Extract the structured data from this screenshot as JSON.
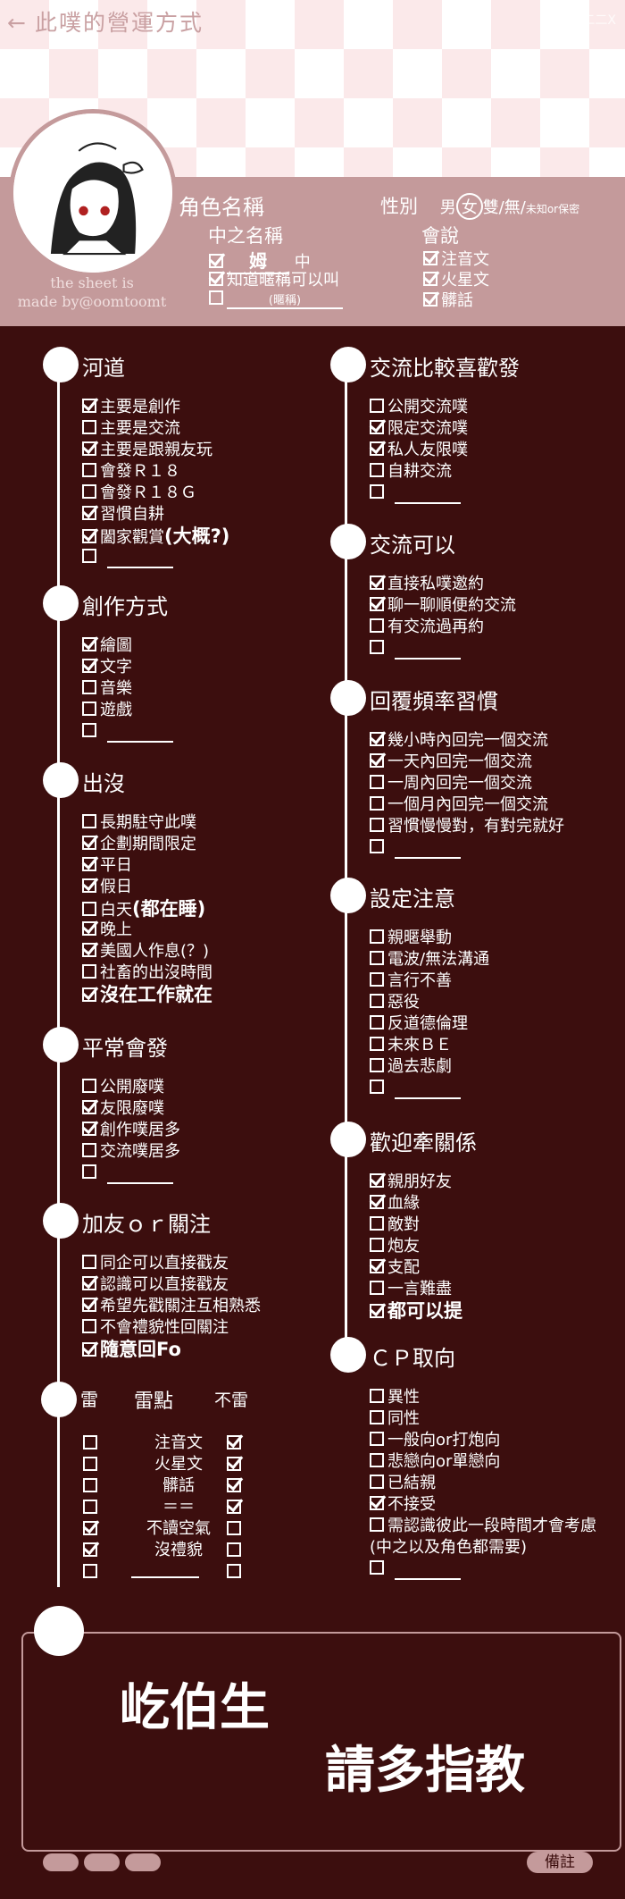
{
  "header": {
    "back_icon": "←",
    "title": "此噗的營運方式",
    "top_right": "二二X"
  },
  "profile": {
    "credit_line1": "the sheet is",
    "credit_line2": "made by@oomtoomt",
    "role_label": "角色名稱",
    "gender_label": "性別",
    "gender_male": "男",
    "gender_female": "女",
    "gender_rest": "雙/無/",
    "gender_small": "未知or保密",
    "chunai_label": "中之名稱",
    "chunai_items": [
      {
        "text": "姆",
        "suffix": "中",
        "checked": true
      },
      {
        "text": "知道暱稱可以叫",
        "checked": true
      },
      {
        "text": "(暱稱)",
        "checked": false
      }
    ],
    "speak_label": "會說",
    "speak_items": [
      {
        "text": "注音文",
        "checked": true
      },
      {
        "text": "火星文",
        "checked": true
      },
      {
        "text": "髒話",
        "checked": true
      }
    ]
  },
  "sections": {
    "heshdao": {
      "title": "河道",
      "items": [
        {
          "text": "主要是創作",
          "checked": true
        },
        {
          "text": "主要是交流",
          "checked": false
        },
        {
          "text": "主要是跟親友玩",
          "checked": true
        },
        {
          "text": "會發Ｒ１８",
          "checked": false
        },
        {
          "text": "會發Ｒ１８Ｇ",
          "checked": false
        },
        {
          "text": "習慣自耕",
          "checked": true
        },
        {
          "text": "闔家觀賞",
          "extra": "(大概?)",
          "checked": true
        },
        {
          "text": "",
          "checked": false,
          "blank": true
        }
      ]
    },
    "creation": {
      "title": "創作方式",
      "items": [
        {
          "text": "繪圖",
          "checked": true
        },
        {
          "text": "文字",
          "checked": true
        },
        {
          "text": "音樂",
          "checked": false
        },
        {
          "text": "遊戲",
          "checked": false
        },
        {
          "text": "",
          "checked": false,
          "blank": true
        }
      ]
    },
    "appear": {
      "title": "出沒",
      "items": [
        {
          "text": "長期駐守此噗",
          "checked": false
        },
        {
          "text": "企劃期間限定",
          "checked": true
        },
        {
          "text": "平日",
          "checked": true
        },
        {
          "text": "假日",
          "checked": true
        },
        {
          "text": "白天",
          "extra": "(都在睡)",
          "checked": false
        },
        {
          "text": "晚上",
          "checked": true
        },
        {
          "text": "美國人作息(？)",
          "checked": true
        },
        {
          "text": "社畜的出沒時間",
          "checked": false
        },
        {
          "text": "",
          "extra": "沒在工作就在",
          "checked": true
        }
      ]
    },
    "usual": {
      "title": "平常會發",
      "items": [
        {
          "text": "公開廢噗",
          "checked": false
        },
        {
          "text": "友限廢噗",
          "checked": true
        },
        {
          "text": "創作噗居多",
          "checked": true
        },
        {
          "text": "交流噗居多",
          "checked": false
        },
        {
          "text": "",
          "checked": false,
          "blank": true
        }
      ]
    },
    "follow": {
      "title": "加友ｏｒ關注",
      "items": [
        {
          "text": "同企可以直接戳友",
          "checked": false
        },
        {
          "text": "認識可以直接戳友",
          "checked": true
        },
        {
          "text": "希望先戳關注互相熟悉",
          "checked": true
        },
        {
          "text": "不會禮貌性回關注",
          "checked": false
        },
        {
          "text": "",
          "extra": "隨意回Fo",
          "checked": true
        }
      ]
    },
    "thunder": {
      "title": "雷",
      "col_mid": "雷點",
      "col_right": "不雷",
      "rows": [
        {
          "label": "注音文",
          "left": false,
          "right": true
        },
        {
          "label": "火星文",
          "left": false,
          "right": true
        },
        {
          "label": "髒話",
          "left": false,
          "right": true
        },
        {
          "label": "＝＝",
          "left": false,
          "right": true
        },
        {
          "label": "不讀空氣",
          "left": true,
          "right": false
        },
        {
          "label": "沒禮貌",
          "left": true,
          "right": false
        },
        {
          "label": "",
          "left": false,
          "right": false,
          "blank": true
        }
      ]
    },
    "prefer": {
      "title": "交流比較喜歡發",
      "items": [
        {
          "text": "公開交流噗",
          "checked": false
        },
        {
          "text": "限定交流噗",
          "checked": true
        },
        {
          "text": "私人友限噗",
          "checked": true
        },
        {
          "text": "自耕交流",
          "checked": false
        },
        {
          "text": "",
          "checked": false,
          "blank": true
        }
      ]
    },
    "ok": {
      "title": "交流可以",
      "items": [
        {
          "text": "直接私噗邀約",
          "checked": true
        },
        {
          "text": "聊一聊順便約交流",
          "checked": true
        },
        {
          "text": "有交流過再約",
          "checked": false
        },
        {
          "text": "",
          "checked": false,
          "blank": true
        }
      ]
    },
    "reply": {
      "title": "回覆頻率習慣",
      "items": [
        {
          "text": "幾小時內回完一個交流",
          "checked": true
        },
        {
          "text": "一天內回完一個交流",
          "checked": true
        },
        {
          "text": "一周內回完一個交流",
          "checked": false
        },
        {
          "text": "一個月內回完一個交流",
          "checked": false
        },
        {
          "text": "習慣慢慢對，有對完就好",
          "checked": false
        },
        {
          "text": "",
          "checked": false,
          "blank": true
        }
      ]
    },
    "setting": {
      "title": "設定注意",
      "items": [
        {
          "text": "親暱舉動",
          "checked": false
        },
        {
          "text": "電波/無法溝通",
          "checked": false
        },
        {
          "text": "言行不善",
          "checked": false
        },
        {
          "text": "惡役",
          "checked": false
        },
        {
          "text": "反道德倫理",
          "checked": false
        },
        {
          "text": "未來ＢＥ",
          "checked": false
        },
        {
          "text": "過去悲劇",
          "checked": false
        },
        {
          "text": "",
          "checked": false,
          "blank": true
        }
      ]
    },
    "relation": {
      "title": "歡迎牽關係",
      "items": [
        {
          "text": "親朋好友",
          "checked": true
        },
        {
          "text": "血緣",
          "checked": true
        },
        {
          "text": "敵對",
          "checked": false
        },
        {
          "text": "炮友",
          "checked": false
        },
        {
          "text": "支配",
          "checked": true
        },
        {
          "text": "一言難盡",
          "checked": false
        },
        {
          "text": "",
          "extra": "都可以提",
          "checked": true
        }
      ]
    },
    "cp": {
      "title": "ＣＰ取向",
      "items": [
        {
          "text": "異性",
          "checked": false
        },
        {
          "text": "同性",
          "checked": false
        },
        {
          "text": "一般向or打炮向",
          "checked": false
        },
        {
          "text": "悲戀向or單戀向",
          "checked": false
        },
        {
          "text": "已結親",
          "checked": false
        },
        {
          "text": "不接受",
          "checked": true
        },
        {
          "text": "需認識彼此一段時間才會考慮",
          "checked": false
        },
        {
          "text": "(中之以及角色都需要)",
          "checked": false,
          "nobox": true
        },
        {
          "text": "",
          "checked": false,
          "blank": true
        }
      ]
    }
  },
  "memo": {
    "line1": "屹伯生",
    "line2": "請多指教",
    "note_button": "備註"
  },
  "colors": {
    "background": "#3c0e0e",
    "band": "#c49a9b",
    "top": "#fbe9ea"
  }
}
